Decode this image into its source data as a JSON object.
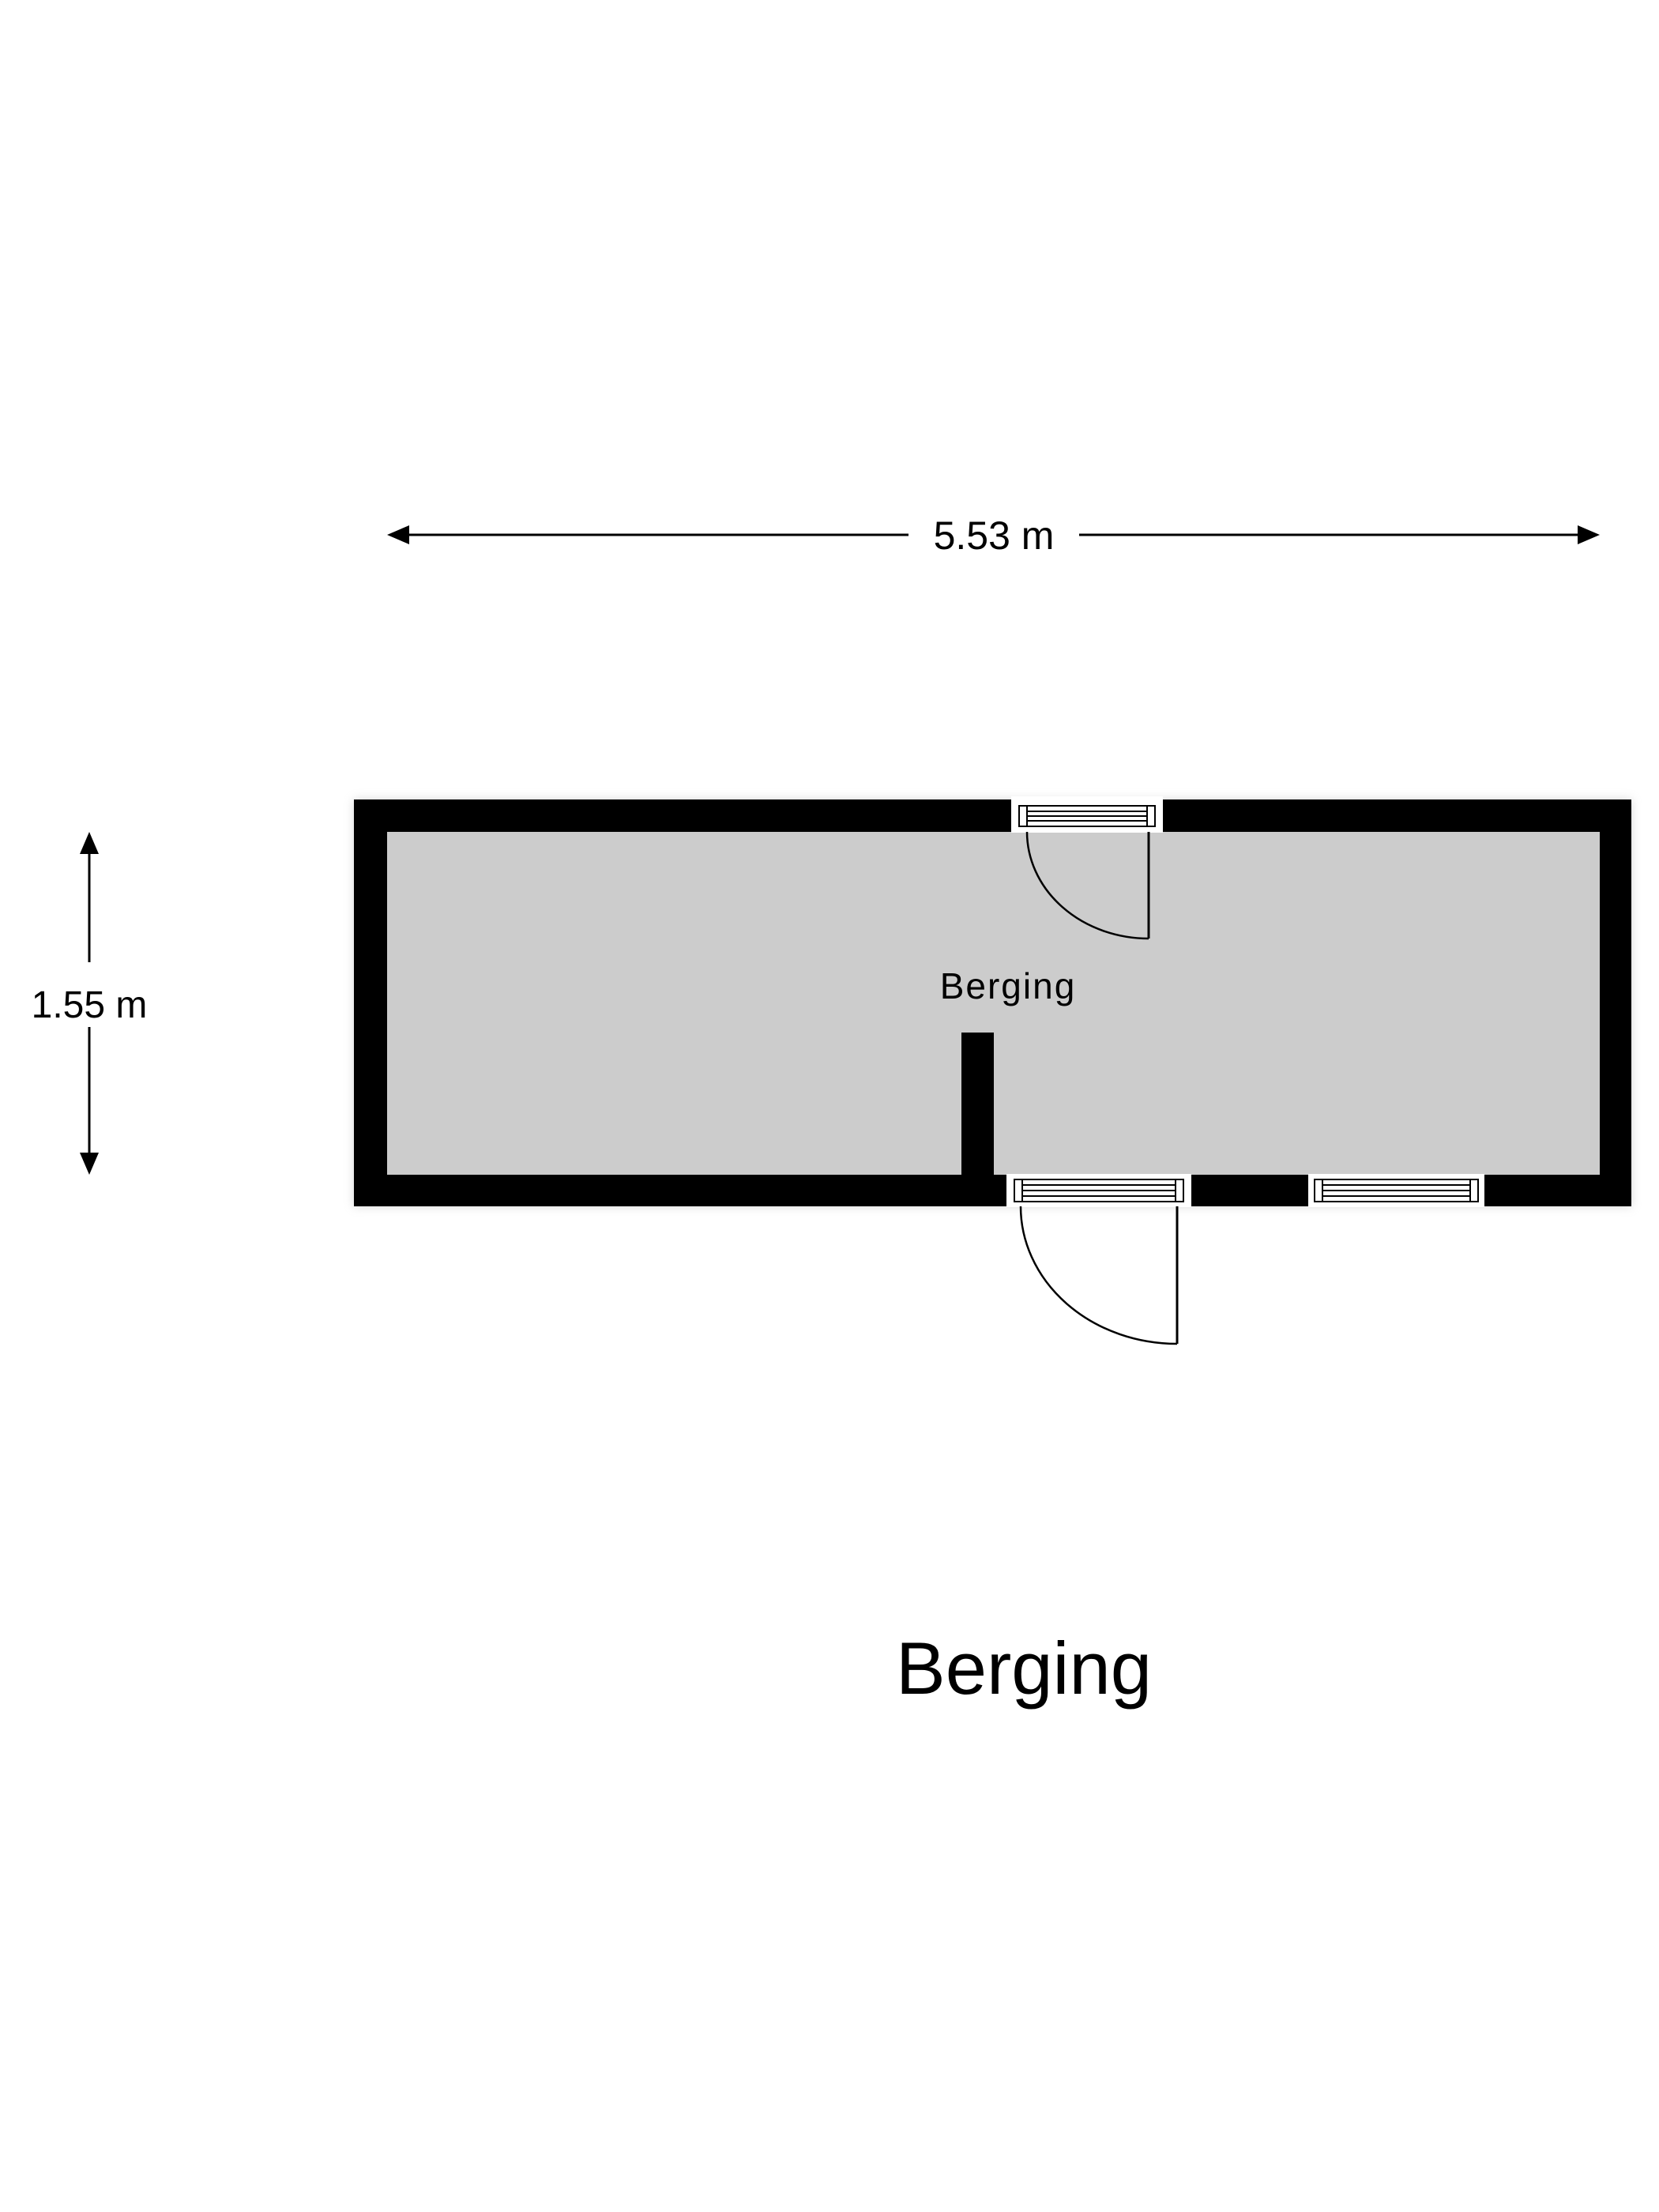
{
  "plan": {
    "room_label": "Berging",
    "title": "Berging",
    "width_dimension": "5.53 m",
    "height_dimension": "1.55 m"
  },
  "colors": {
    "wall": "#000000",
    "floor": "#cccccc",
    "background": "#ffffff"
  }
}
